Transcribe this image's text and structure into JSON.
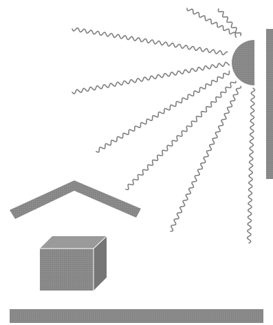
{
  "diagram": {
    "colors": {
      "shape_fill": "#888888",
      "shape_stroke": "#7a7a7a",
      "ray_stroke": "#808080",
      "box_top": "#9a9a9a",
      "box_side": "#777777",
      "background": "#ffffff"
    },
    "elements": [
      "sun",
      "sun-rays",
      "vertical-wall",
      "roof",
      "cube",
      "ground"
    ]
  }
}
